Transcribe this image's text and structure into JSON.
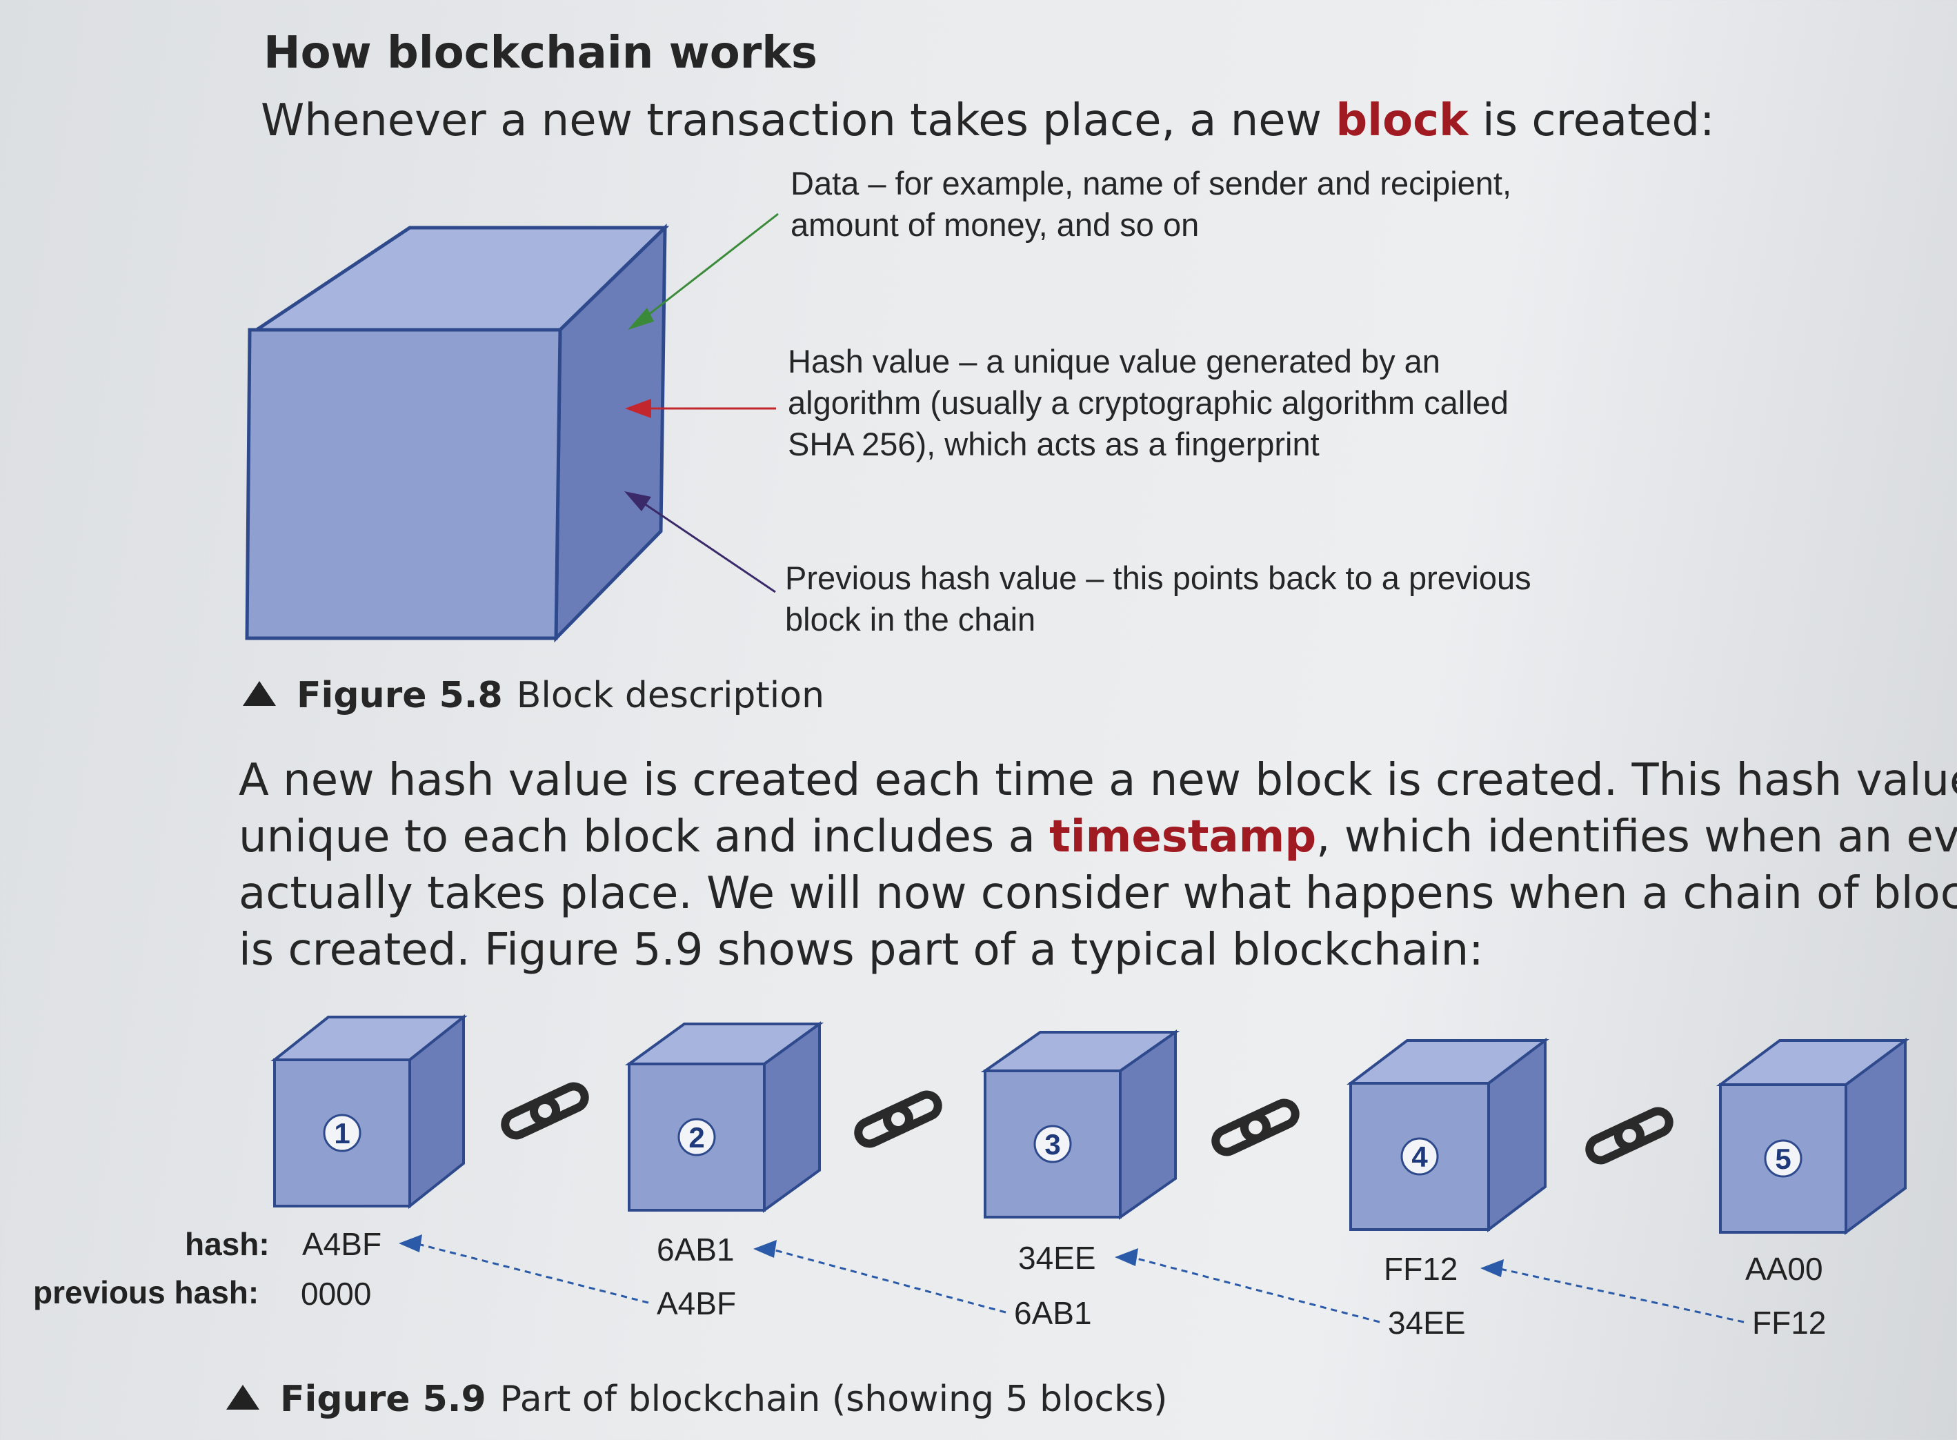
{
  "heading": "How blockchain works",
  "intro": {
    "before": "Whenever a new transaction takes place, a new ",
    "keyword": "block",
    "after": " is created:"
  },
  "figure_5_8": {
    "labels": {
      "data": [
        "Data – for example, name of sender and recipient,",
        "amount of money, and so on"
      ],
      "hash": [
        "Hash value – a unique value generated by an",
        "algorithm (usually a cryptographic algorithm called",
        "SHA 256), which acts as a fingerprint"
      ],
      "previous": [
        "Previous hash value – this points back to a previous",
        "block in the chain"
      ]
    },
    "arrow_colors": {
      "data": "#3a8a3a",
      "hash": "#c4262e",
      "previous": "#3b2a6a"
    },
    "caption_number": "Figure 5.8",
    "caption_text": "Block description"
  },
  "paragraph": {
    "line1": "A new hash value is created each time a new block is created. This hash value is",
    "line2_before": "unique to each block and includes a ",
    "line2_keyword": "timestamp",
    "line2_after": ", which identifies when an event",
    "line3": "actually takes place. We will now consider what happens when a chain of blocks",
    "line4": "is created. Figure 5.9 shows part of a typical blockchain:"
  },
  "figure_5_9": {
    "row_labels": {
      "hash": "hash:",
      "previous": "previous hash:"
    },
    "blocks": [
      {
        "number": "1",
        "hash": "A4BF",
        "previous": "0000"
      },
      {
        "number": "2",
        "hash": "6AB1",
        "previous": "A4BF"
      },
      {
        "number": "3",
        "hash": "34EE",
        "previous": "6AB1"
      },
      {
        "number": "4",
        "hash": "FF12",
        "previous": "34EE"
      },
      {
        "number": "5",
        "hash": "AA00",
        "previous": "FF12"
      }
    ],
    "caption_number": "Figure 5.9",
    "caption_text": "Part of blockchain (showing 5 blocks)"
  },
  "colors": {
    "keyword": "#a01a22",
    "cube_front": "#8e9fd0",
    "cube_top": "#a7b5de",
    "cube_side": "#6b7db8",
    "cube_edge": "#2e4a8c",
    "link_icon": "#2a2a2a",
    "dashed_arrow": "#2a5aa8"
  }
}
